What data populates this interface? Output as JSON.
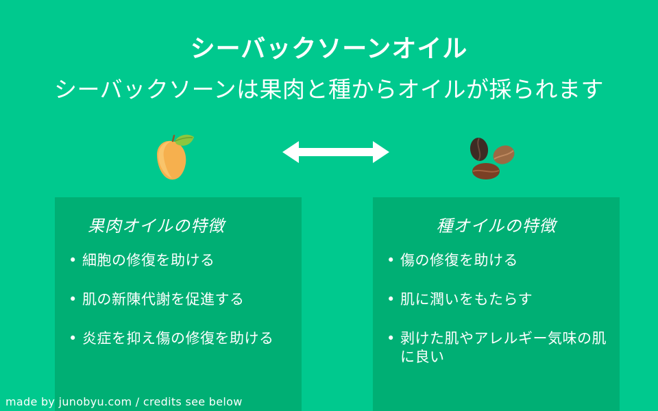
{
  "header": {
    "title": "シーバックソーンオイル",
    "subtitle": "シーバックソーンは果肉と種からオイルが採られます"
  },
  "icons": {
    "left": "mango-icon",
    "center": "double-arrow-icon",
    "right": "seeds-icon"
  },
  "colors": {
    "background": "#00c98e",
    "panel": "#00af74",
    "text": "#ffffff"
  },
  "panels": {
    "left": {
      "heading": "果肉オイルの特徴",
      "items": [
        "細胞の修復を助ける",
        "肌の新陳代謝を促進する",
        "炎症を抑え傷の修復を助ける"
      ]
    },
    "right": {
      "heading": "種オイルの特徴",
      "items": [
        "傷の修復を助ける",
        "肌に潤いをもたらす",
        "剥けた肌やアレルギー気味の肌に良い"
      ]
    }
  },
  "footer": {
    "credit": "made by junobyu.com / credits see below"
  }
}
